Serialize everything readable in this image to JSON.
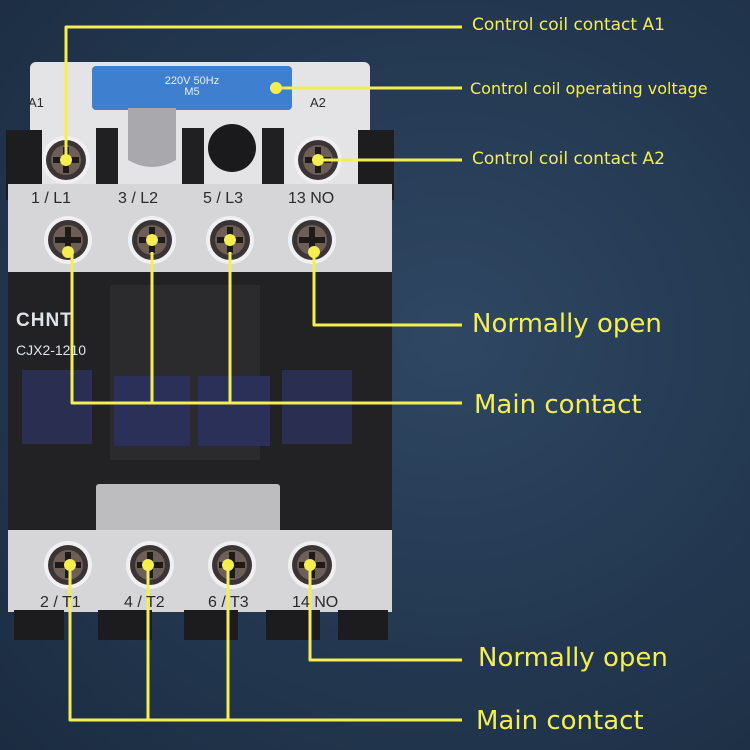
{
  "product": {
    "brand": "CHNT",
    "model": "CJX2-1210",
    "coil_rating_line1": "220V 50Hz",
    "coil_rating_line2": "M5"
  },
  "terminals": {
    "coil_left": "A1",
    "coil_right": "A2",
    "top": [
      "1 / L1",
      "3 / L2",
      "5 / L3",
      "13 NO"
    ],
    "bottom": [
      "2 / T1",
      "4 / T2",
      "6 / T3",
      "14 NO"
    ]
  },
  "callouts": {
    "coil_a1": "Control coil contact A1",
    "coil_voltage": "Control coil operating voltage",
    "coil_a2": "Control coil contact A2",
    "normally_open_top": "Normally open",
    "main_contact_top": "Main contact",
    "normally_open_bottom": "Normally open",
    "main_contact_bottom": "Main contact"
  },
  "colors": {
    "leader_line": "#f4ee52",
    "background": "#233850",
    "housing_dark": "#1e1e20",
    "housing_light": "#d9d9db",
    "rating_plate": "#3f7fd0"
  }
}
